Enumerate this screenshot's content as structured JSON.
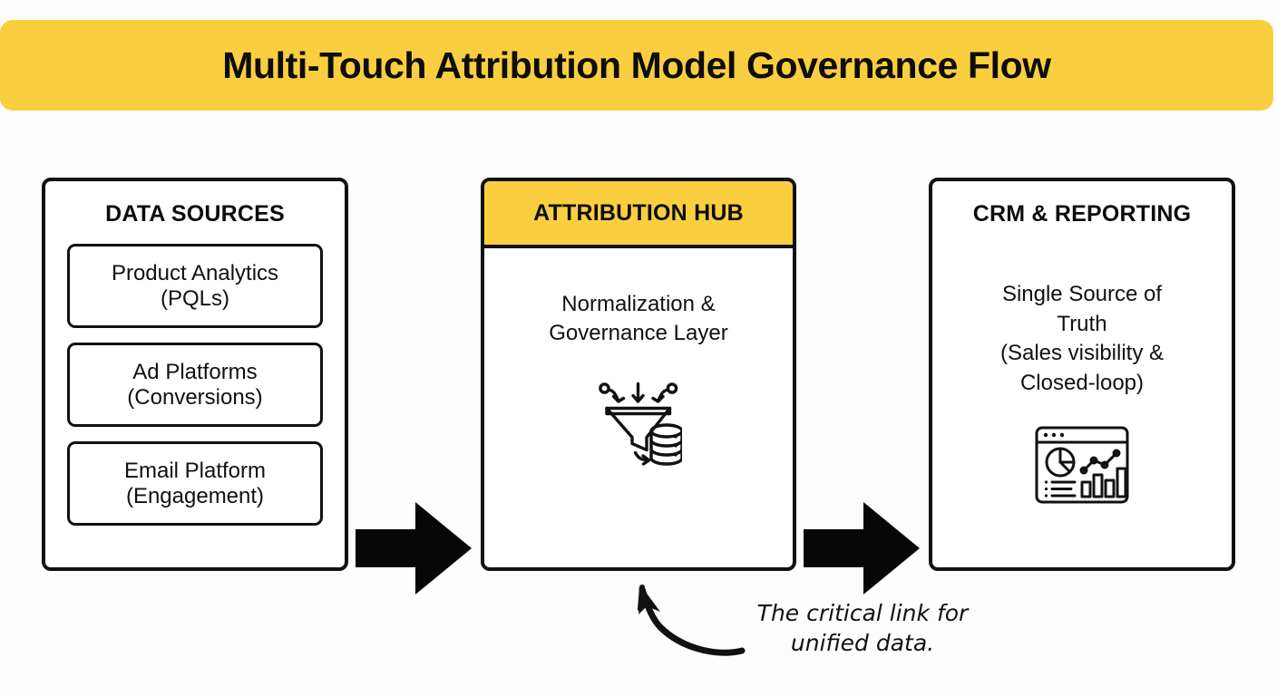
{
  "title": {
    "text": "Multi-Touch Attribution Model Governance Flow",
    "background_color": "#facf3f",
    "text_color": "#0d0d0d"
  },
  "canvas": {
    "background_color": "#fdfdfd",
    "stroke_color": "#111111"
  },
  "panels": {
    "sources": {
      "heading": "DATA SOURCES",
      "items": [
        {
          "line1": "Product Analytics",
          "line2": "(PQLs)"
        },
        {
          "line1": "Ad Platforms",
          "line2": "(Conversions)"
        },
        {
          "line1": "Email Platform",
          "line2": "(Engagement)"
        }
      ]
    },
    "hub": {
      "heading": "ATTRIBUTION HUB",
      "header_color": "#facf3f",
      "caption_line1": "Normalization &",
      "caption_line2": "Governance Layer",
      "icon": "funnel-database-icon"
    },
    "crm": {
      "heading": "CRM & REPORTING",
      "caption_line1": "Single Source of",
      "caption_line2": "Truth",
      "caption_line3": "(Sales visibility &",
      "caption_line4": "Closed-loop)",
      "icon": "dashboard-analytics-icon"
    }
  },
  "connectors": [
    {
      "name": "arrow-sources-to-hub",
      "direction": "right",
      "style": "solid-block"
    },
    {
      "name": "arrow-hub-to-crm",
      "direction": "right",
      "style": "solid-block"
    }
  ],
  "annotation": {
    "line1": "The critical link for",
    "line2": "unified data.",
    "arrow": "curved-arrow-up-left",
    "points_to": "ATTRIBUTION HUB"
  }
}
